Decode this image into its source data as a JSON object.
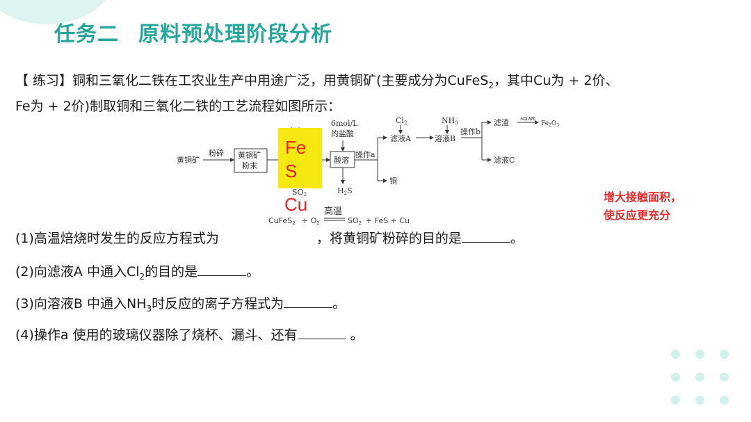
{
  "title": {
    "part1": "任务二",
    "part2": "原料预处理阶段分析"
  },
  "intro": {
    "prefix": "【 练习】铜和三氧化二铁在工农业生产中用途广泛，用黄铜矿(主要成分为CuFeS",
    "sub": "2",
    "suffix": "，其中Cu为 + 2价、",
    "line2": "Fe为 + 2价)制取铜和三氧化二铁的工艺流程如图所示："
  },
  "flow": {
    "ore": "黄铜矿",
    "crush": "粉碎",
    "powder_line1": "黄铜矿",
    "powder_line2": "粉末",
    "oxygen": "氧气",
    "so2": "SO",
    "so2_sub": "2",
    "hcl_line1": "6mol/L",
    "hcl_line2": "的盐酸",
    "dissolve": "酸溶",
    "h2s": "H",
    "h2s_sub": "2",
    "h2s_end": "S",
    "op_a": "操作a",
    "cl2": "Cl",
    "cl2_sub": "2",
    "filtrate_a": "滤液A",
    "copper": "铜",
    "nh3": "NH",
    "nh3_sub": "3",
    "solution_b": "溶液B",
    "op_b": "操作b",
    "residue": "滤渣",
    "roast": "焙烧",
    "fe2o3": "Fe",
    "fe2o3_sub1": "2",
    "fe2o3_mid": "O",
    "fe2o3_sub2": "3",
    "filtrate_c": "滤液C"
  },
  "annotation": {
    "fe": "Fe",
    "s": "S",
    "cu": "Cu"
  },
  "equation": {
    "left": "CuFeS",
    "left_sub": "2",
    "plus_o": "+ O",
    "o_sub": "2",
    "condition": "高温",
    "right_so": "SO",
    "so_sub": "2",
    "right_rest": "+ FeS + Cu"
  },
  "note": {
    "line1": "增大接触面积，",
    "line2": "使反应更充分"
  },
  "questions": {
    "q1_a": "(1)高温焙烧时发生的反应方程式为",
    "q1_b": "，将黄铜矿粉碎的目的是",
    "q1_end": "。",
    "q2_a": "(2)向滤液A 中通入Cl",
    "q2_sub": "2",
    "q2_b": "的目的是",
    "q2_end": "。",
    "q3_a": "(3)向溶液B 中通入NH",
    "q3_sub": "3",
    "q3_b": "时反应的离子方程式为",
    "q3_end": "。",
    "q4_a": "(4)操作a 使用的玻璃仪器除了烧杯、漏斗、还有",
    "q4_end": " 。"
  }
}
